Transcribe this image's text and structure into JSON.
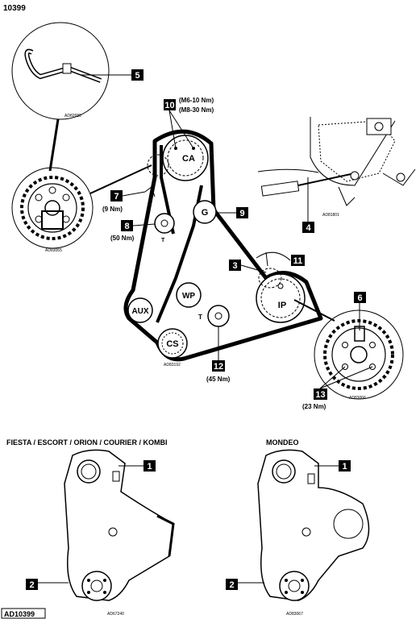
{
  "figure_id": "10399",
  "footer_id": "AD10399",
  "pulleys": {
    "camshaft": "CA",
    "idler_g": "G",
    "water_pump": "WP",
    "auxiliary": "AUX",
    "crankshaft": "CS",
    "injection_pump": "IP",
    "tensioner_7": "T",
    "tensioner_12": "T"
  },
  "callouts": {
    "c1a": "1",
    "c1b": "1",
    "c2a": "2",
    "c2b": "2",
    "c3": "3",
    "c4": "4",
    "c5": "5",
    "c6": "6",
    "c7": "7",
    "c8": "8",
    "c9": "9",
    "c10": "10",
    "c11": "11",
    "c12": "12",
    "c13": "13"
  },
  "torques": {
    "t10a": "(M6-10 Nm)",
    "t10b": "(M8-30 Nm)",
    "t7": "(9 Nm)",
    "t8": "(50 Nm)",
    "t12": "(45 Nm)",
    "t13": "(23 Nm)"
  },
  "refs": {
    "r_top": "AD82680",
    "r_sprocket_left": "AD83065",
    "r_tool": "AD81801",
    "r_belt": "AD83192",
    "r_sprocket_right": "AD83066",
    "r_cover_left": "AD67240",
    "r_cover_right": "AD83067"
  },
  "sections": {
    "left_title": "FIESTA / ESCORT / ORION / COURIER / KOMBI",
    "right_title": "MONDEO"
  }
}
